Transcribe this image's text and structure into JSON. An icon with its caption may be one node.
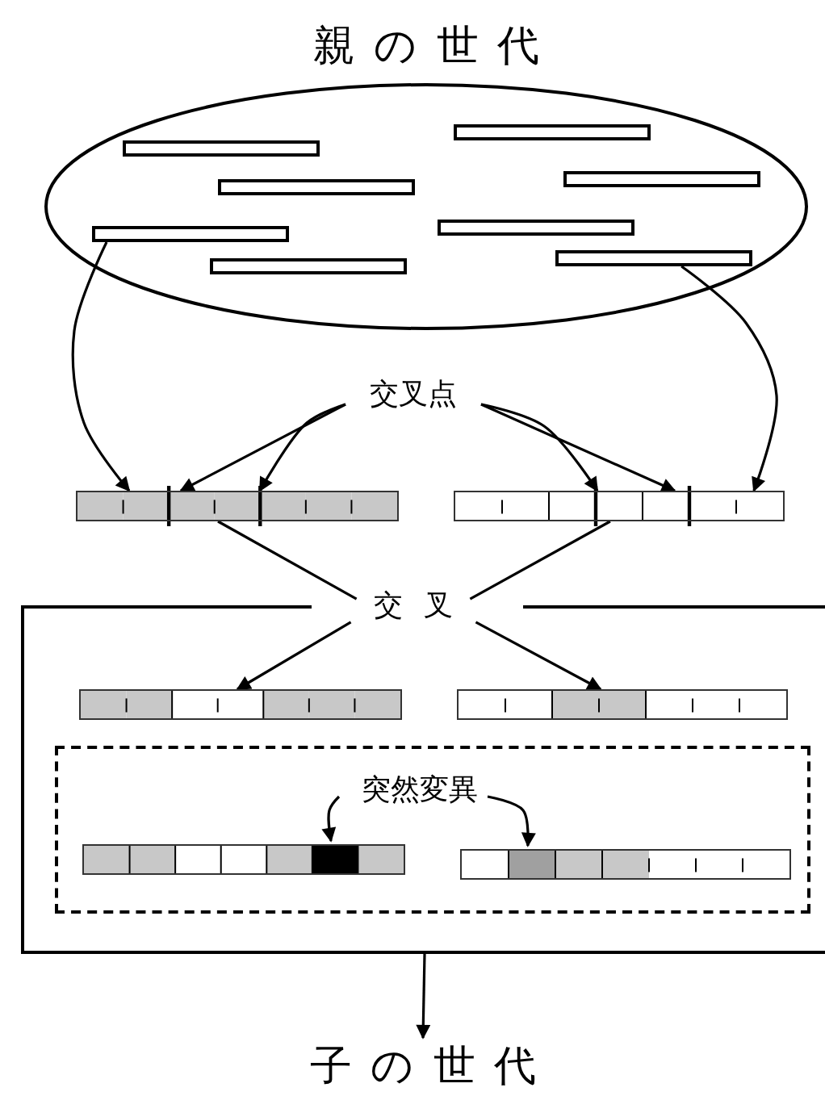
{
  "diagram": {
    "nodes": [
      {
        "text": [
          "親の世代"
        ]
      },
      {
        "text": [],
        "shape": "bar",
        "in": 0
      },
      {
        "text": [],
        "shape": "bar",
        "in": 0
      },
      {
        "text": [],
        "shape": "bar",
        "in": 0
      },
      {
        "text": [],
        "shape": "bar",
        "in": 0
      },
      {
        "text": [],
        "shape": "bar",
        "in": 0
      },
      {
        "text": [],
        "shape": "bar",
        "in": 0
      },
      {
        "text": [],
        "shape": "bar",
        "in": 0
      },
      {
        "text": [],
        "shape": "bar",
        "in": 0
      },
      {
        "text": [
          "交叉点"
        ]
      },
      {
        "text": [],
        "shape": "bar"
      },
      {
        "text": [],
        "shape": "bar"
      },
      {
        "text": [
          "交叉"
        ]
      },
      {
        "text": [],
        "shape": "box"
      },
      {
        "text": [],
        "shape": "bar",
        "in": 13
      },
      {
        "text": [],
        "shape": "bar",
        "in": 13
      },
      {
        "text": [],
        "shape": "box",
        "in": 13
      },
      {
        "text": [
          "突然変異"
        ],
        "in": 16
      },
      {
        "text": [],
        "shape": "bar",
        "in": 16
      },
      {
        "text": [],
        "shape": "bar",
        "in": 16
      },
      {
        "text": [
          "子の世代"
        ]
      }
    ],
    "edges": [
      {
        "from": 6,
        "to": 10,
        "arrow": "to"
      },
      {
        "from": 7,
        "to": 11,
        "arrow": "to"
      },
      {
        "from": 9,
        "to": 10,
        "arrow": "to"
      },
      {
        "from": 9,
        "to": 10,
        "arrow": "to"
      },
      {
        "from": 9,
        "to": 11,
        "arrow": "to"
      },
      {
        "from": 9,
        "to": 11,
        "arrow": "to"
      },
      {
        "from": 10,
        "to": 12,
        "arrow": "none"
      },
      {
        "from": 11,
        "to": 12,
        "arrow": "none"
      },
      {
        "from": 12,
        "to": 14,
        "arrow": "to"
      },
      {
        "from": 12,
        "to": 15,
        "arrow": "to"
      },
      {
        "from": 17,
        "to": 18,
        "arrow": "to"
      },
      {
        "from": 17,
        "to": 19,
        "arrow": "to"
      },
      {
        "from": 13,
        "to": 20,
        "arrow": "to"
      }
    ]
  }
}
